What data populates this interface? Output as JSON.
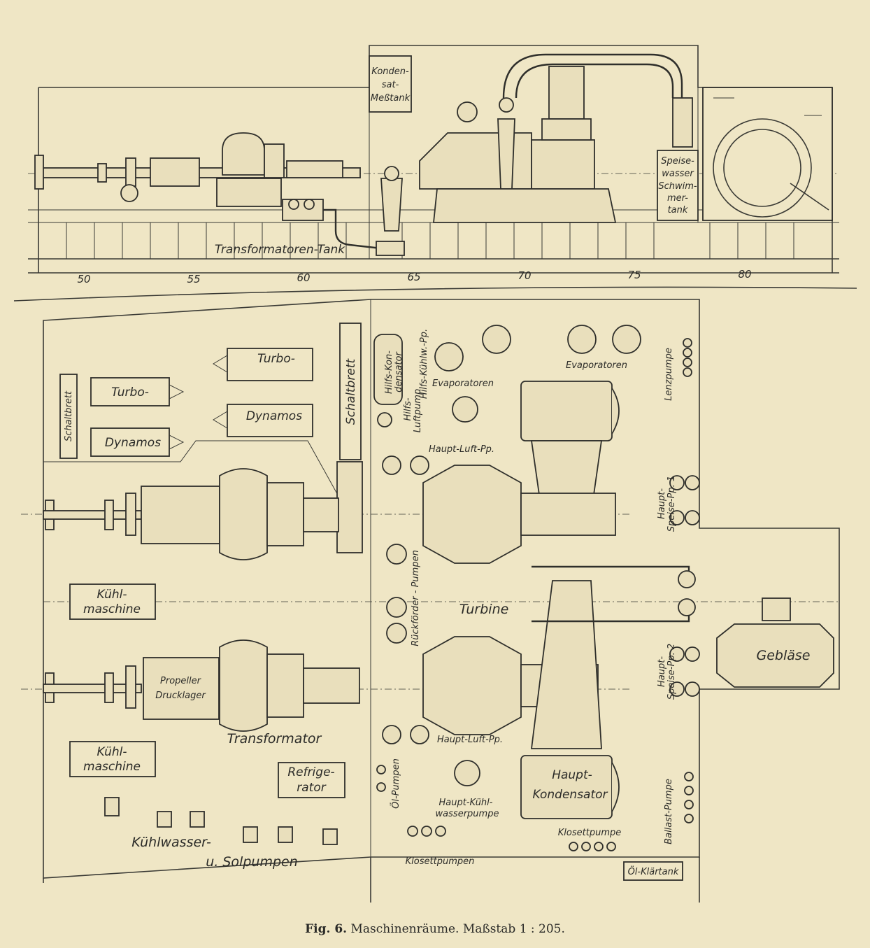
{
  "figure": {
    "fig_label": "Fig. 6.",
    "caption_text": "Maschinenräume. Maßstab 1 : 205."
  },
  "frame_numbers": [
    "50",
    "55",
    "60",
    "65",
    "70",
    "75",
    "80"
  ],
  "elevation_labels": {
    "kondensat": [
      "Konden-",
      "sat-",
      "Meßtank"
    ],
    "transformatoren_tank": "Transformatoren-Tank",
    "speisewasser": [
      "Speise-",
      "wasser",
      "Schwim-",
      "mer-",
      "tank"
    ]
  },
  "plan_labels": {
    "schaltbrett_left": "Schaltbrett",
    "schaltbrett_mid": "Schaltbrett",
    "turbo_1": "Turbo-",
    "dynamos_1": "Dynamos",
    "turbo_2": "Turbo-",
    "dynamos_2": "Dynamos",
    "hilfskondensator": [
      "Hilfs-Kon-",
      "densator"
    ],
    "hilfs_luftpump": [
      "Hilfs-",
      "Luftpump."
    ],
    "hilfs_kuehlw": "Hilfs-Kühlw.-Pp.",
    "evaporatoren_1": "Evaporatoren",
    "evaporatoren_2": "Evaporatoren",
    "lenzpumpe": "Lenzpumpe",
    "haupt_luft_1": "Haupt-Luft-Pp.",
    "haupt_speise_1": [
      "Haupt-",
      "Speise-Pp. 1"
    ],
    "rueckfoerder": "Rückförder - Pumpen",
    "kuehlmaschine_1": [
      "Kühl-",
      "maschine"
    ],
    "turbine": "Turbine",
    "haupt_speise_2": [
      "Haupt-",
      "Speise-Pp. 2"
    ],
    "geblaese": "Gebläse",
    "propeller": [
      "Propeller",
      "Drucklager"
    ],
    "transformator": "Transformator",
    "haupt_luft_2": "Haupt-Luft-Pp.",
    "kuehlmaschine_2": [
      "Kühl-",
      "maschine"
    ],
    "refrigerator": [
      "Refrige-",
      "rator"
    ],
    "oel_pumpen": "Öl-Pumpen",
    "haupt_kondensator": [
      "Haupt-",
      "Kondensator"
    ],
    "haupt_kuehlwasserpumpe": [
      "Haupt-Kühl-",
      "wasserpumpe"
    ],
    "ballast_pumpe": "Ballast-Pumpe",
    "klosettpumpe": "Klosettpumpe",
    "kuehlwasser": [
      "Kühlwasser-",
      "u. Solpumpen"
    ],
    "klosettpumpen": "Klosettpumpen",
    "oel_klaertank": "Öl-Klärtank"
  },
  "colors": {
    "paper": "#efe6c5",
    "ink": "#2f2f2b"
  }
}
